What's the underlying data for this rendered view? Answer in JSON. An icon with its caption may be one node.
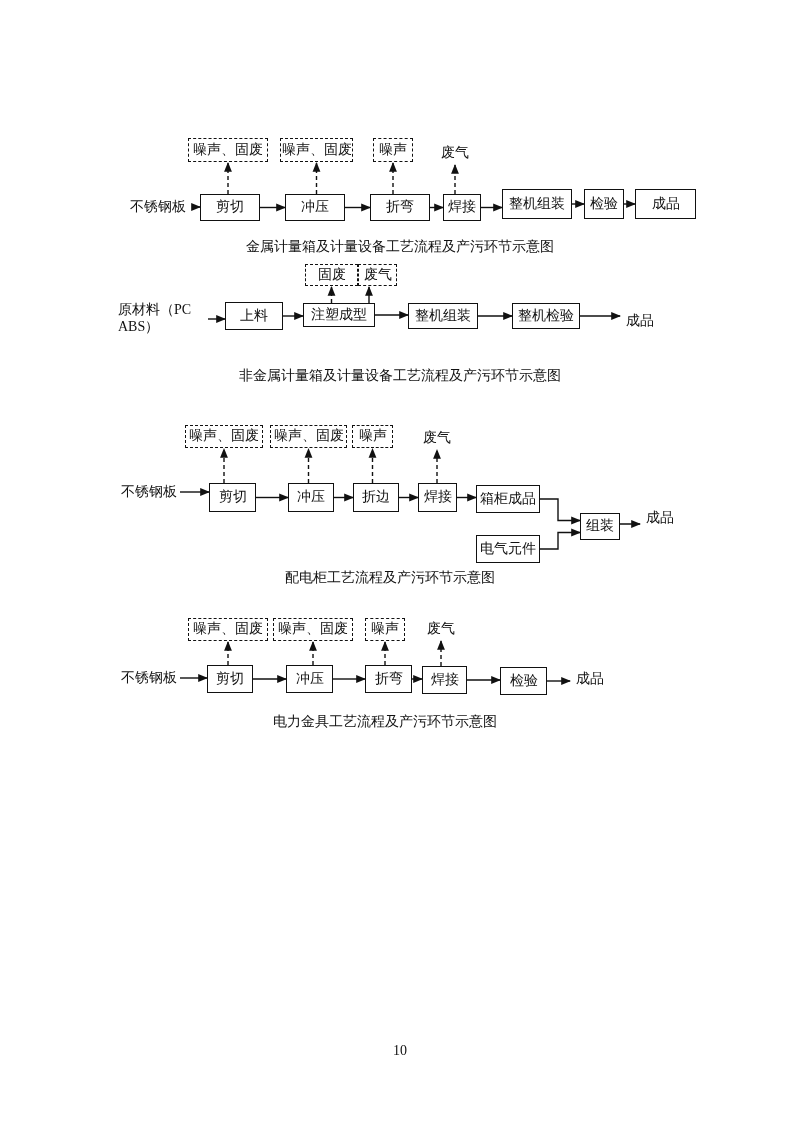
{
  "diagram": {
    "nodes": [
      {
        "text": [
          "不锈钢板"
        ]
      },
      {
        "text": [
          "剪切"
        ]
      },
      {
        "text": [
          "冲压"
        ]
      },
      {
        "text": [
          "折弯"
        ]
      },
      {
        "text": [
          "焊接"
        ]
      },
      {
        "text": [
          "整机组装"
        ]
      },
      {
        "text": [
          "检验"
        ]
      },
      {
        "text": [
          "成品"
        ]
      },
      {
        "text": [
          "噪声、固废"
        ]
      },
      {
        "text": [
          "噪声、固废"
        ]
      },
      {
        "text": [
          "噪声"
        ]
      },
      {
        "text": [
          "废气"
        ]
      },
      {
        "text": [
          "原材料（PC ABS）"
        ]
      },
      {
        "text": [
          "上料"
        ]
      },
      {
        "text": [
          "注塑成型"
        ]
      },
      {
        "text": [
          "整机组装"
        ]
      },
      {
        "text": [
          "整机检验"
        ]
      },
      {
        "text": [
          "成品"
        ]
      },
      {
        "text": [
          "固废"
        ]
      },
      {
        "text": [
          "废气"
        ]
      },
      {
        "text": [
          "不锈钢板"
        ]
      },
      {
        "text": [
          "剪切"
        ]
      },
      {
        "text": [
          "冲压"
        ]
      },
      {
        "text": [
          "折边"
        ]
      },
      {
        "text": [
          "焊接"
        ]
      },
      {
        "text": [
          "箱柜成品"
        ]
      },
      {
        "text": [
          "电气元件"
        ]
      },
      {
        "text": [
          "组装"
        ]
      },
      {
        "text": [
          "成品"
        ]
      },
      {
        "text": [
          "噪声、固废"
        ]
      },
      {
        "text": [
          "噪声、固废"
        ]
      },
      {
        "text": [
          "噪声"
        ]
      },
      {
        "text": [
          "废气"
        ]
      },
      {
        "text": [
          "不锈钢板"
        ]
      },
      {
        "text": [
          "剪切"
        ]
      },
      {
        "text": [
          "冲压"
        ]
      },
      {
        "text": [
          "折弯"
        ]
      },
      {
        "text": [
          "焊接"
        ]
      },
      {
        "text": [
          "检验"
        ]
      },
      {
        "text": [
          "成品"
        ]
      },
      {
        "text": [
          "噪声、固废"
        ]
      },
      {
        "text": [
          "噪声、固废"
        ]
      },
      {
        "text": [
          "噪声"
        ]
      },
      {
        "text": [
          "废气"
        ]
      }
    ],
    "edges": [
      {
        "from": 0,
        "to": 1,
        "arrow": "to"
      },
      {
        "from": 1,
        "to": 2,
        "arrow": "to"
      },
      {
        "from": 2,
        "to": 3,
        "arrow": "to"
      },
      {
        "from": 3,
        "to": 4,
        "arrow": "to"
      },
      {
        "from": 4,
        "to": 5,
        "arrow": "to"
      },
      {
        "from": 5,
        "to": 6,
        "arrow": "to"
      },
      {
        "from": 6,
        "to": 7,
        "arrow": "to"
      },
      {
        "from": 1,
        "to": 8,
        "arrow": "to",
        "style": "dashed"
      },
      {
        "from": 2,
        "to": 9,
        "arrow": "to",
        "style": "dashed"
      },
      {
        "from": 3,
        "to": 10,
        "arrow": "to",
        "style": "dashed"
      },
      {
        "from": 4,
        "to": 11,
        "arrow": "to",
        "style": "dashed"
      },
      {
        "from": 12,
        "to": 13,
        "arrow": "to"
      },
      {
        "from": 13,
        "to": 14,
        "arrow": "to"
      },
      {
        "from": 14,
        "to": 15,
        "arrow": "to"
      },
      {
        "from": 15,
        "to": 16,
        "arrow": "to"
      },
      {
        "from": 16,
        "to": 17,
        "arrow": "to"
      },
      {
        "from": 14,
        "to": 18,
        "arrow": "to",
        "style": "dashed"
      },
      {
        "from": 14,
        "to": 19,
        "arrow": "to"
      },
      {
        "from": 20,
        "to": 21,
        "arrow": "to"
      },
      {
        "from": 21,
        "to": 22,
        "arrow": "to"
      },
      {
        "from": 22,
        "to": 23,
        "arrow": "to"
      },
      {
        "from": 23,
        "to": 24,
        "arrow": "to"
      },
      {
        "from": 24,
        "to": 25,
        "arrow": "to"
      },
      {
        "from": 25,
        "to": 27,
        "arrow": "to"
      },
      {
        "from": 26,
        "to": 27,
        "arrow": "to"
      },
      {
        "from": 27,
        "to": 28,
        "arrow": "to"
      },
      {
        "from": 21,
        "to": 29,
        "arrow": "to",
        "style": "dashed"
      },
      {
        "from": 22,
        "to": 30,
        "arrow": "to",
        "style": "dashed"
      },
      {
        "from": 23,
        "to": 31,
        "arrow": "to",
        "style": "dashed"
      },
      {
        "from": 24,
        "to": 32,
        "arrow": "to",
        "style": "dashed"
      },
      {
        "from": 33,
        "to": 34,
        "arrow": "to"
      },
      {
        "from": 34,
        "to": 35,
        "arrow": "to"
      },
      {
        "from": 35,
        "to": 36,
        "arrow": "to"
      },
      {
        "from": 36,
        "to": 37,
        "arrow": "to"
      },
      {
        "from": 37,
        "to": 38,
        "arrow": "to"
      },
      {
        "from": 38,
        "to": 39,
        "arrow": "to"
      },
      {
        "from": 34,
        "to": 40,
        "arrow": "to",
        "style": "dashed"
      },
      {
        "from": 35,
        "to": 41,
        "arrow": "to",
        "style": "dashed"
      },
      {
        "from": 36,
        "to": 42,
        "arrow": "to",
        "style": "dashed"
      },
      {
        "from": 37,
        "to": 43,
        "arrow": "to",
        "style": "dashed"
      }
    ],
    "labels": [
      "金属计量箱及计量设备工艺流程及产污环节示意图",
      "非金属计量箱及计量设备工艺流程及产污环节示意图",
      "配电柜工艺流程及产污环节示意图",
      "电力金具工艺流程及产污环节示意图",
      "10"
    ]
  }
}
